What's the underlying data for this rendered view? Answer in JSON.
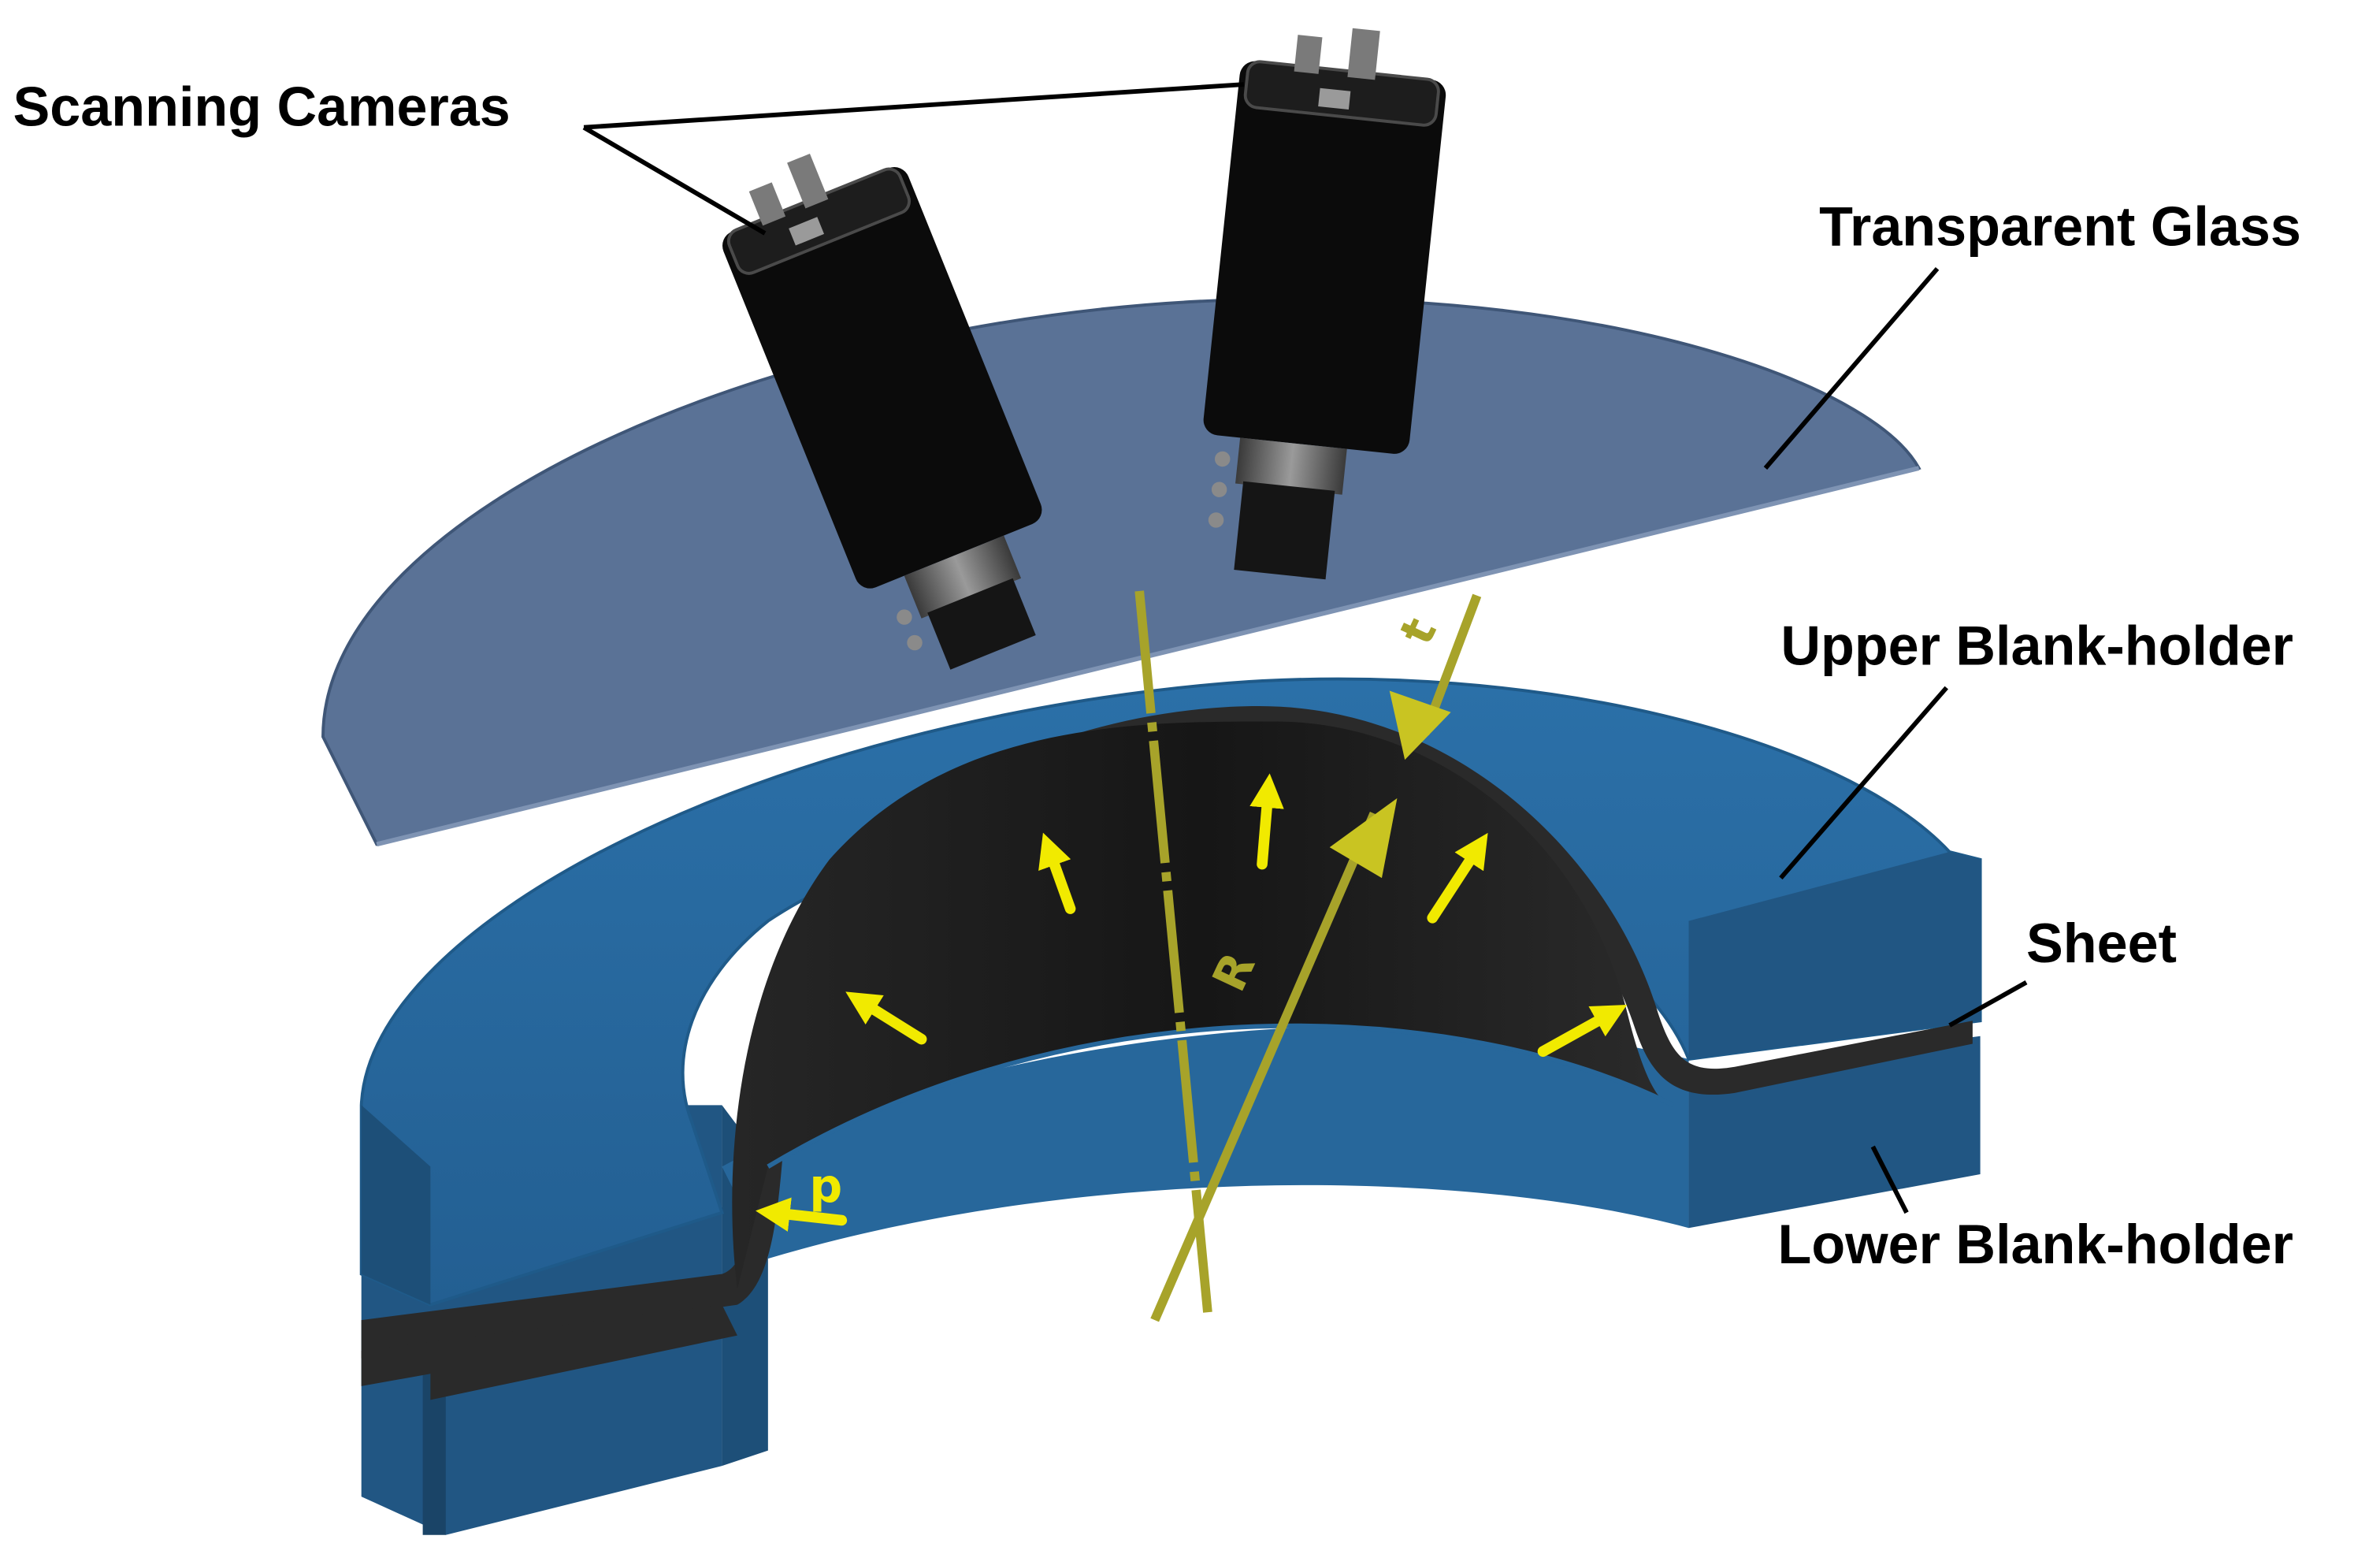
{
  "labels": {
    "scanning_cameras": "Scanning Cameras",
    "transparent_glass": "Transparent Glass",
    "upper_blank_holder": "Upper Blank-holder",
    "sheet": "Sheet",
    "lower_blank_holder": "Lower Blank-holder"
  },
  "symbols": {
    "thickness": "t",
    "radius": "R",
    "pressure": "p"
  },
  "icons": {
    "camera": "camera-icon",
    "pressure_arrow": "arrow-icon",
    "axis": "axis-line"
  },
  "colors": {
    "glass": "#5a7296",
    "glass_edge": "#3f5677",
    "holder": "#27679b",
    "holder_dark": "#1d4f78",
    "holder_side": "#215683",
    "sheet": "#2a2a2a",
    "dome": "#1c1c1c",
    "camera_body": "#0b0b0b",
    "camera_lens": "#6e6e6e",
    "arrow_yellow": "#f1ea00",
    "axis_olive": "#a7a32a",
    "label": "#000000"
  }
}
